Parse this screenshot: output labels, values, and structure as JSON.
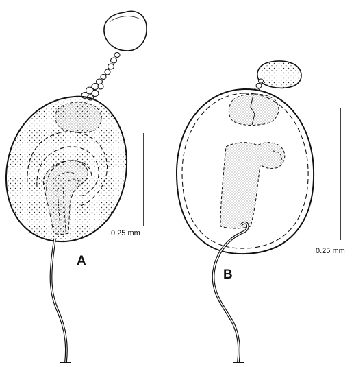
{
  "figure": {
    "panel_a": {
      "label": "A",
      "scale_bar_label": "0.25 mm"
    },
    "panel_b": {
      "label": "B",
      "scale_bar_label": "0.25 mm"
    },
    "colors": {
      "ink": "#111111",
      "stipple": "#2a2a2a",
      "background": "#ffffff"
    }
  }
}
